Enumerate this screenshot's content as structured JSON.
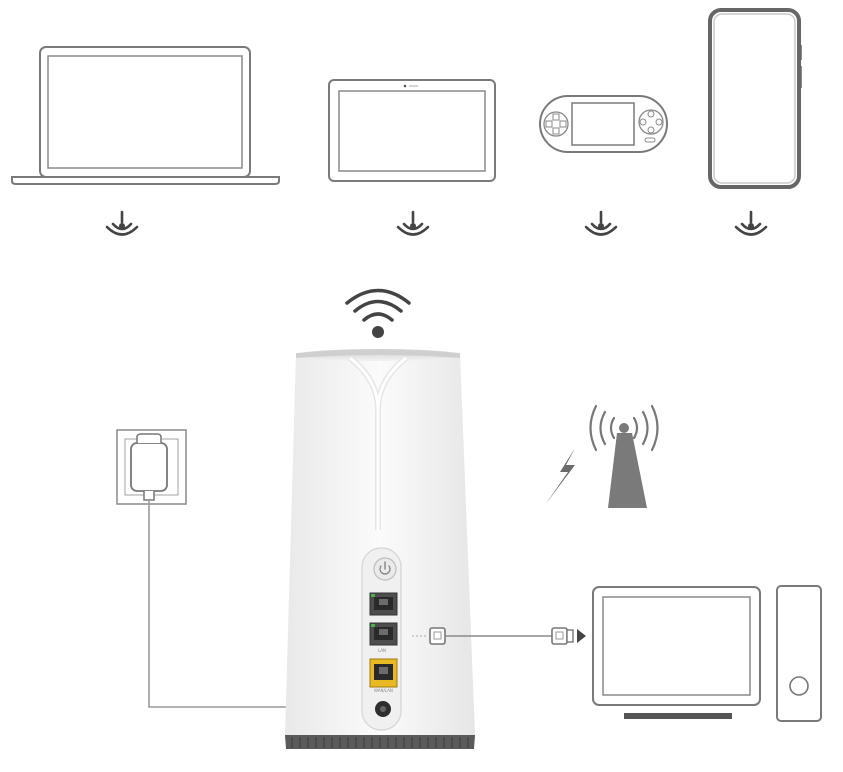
{
  "diagram": {
    "wireless_clients": [
      "laptop-icon",
      "tablet-icon",
      "game-console-icon",
      "smartphone-icon"
    ],
    "router": {
      "icons": [
        "wifi-icon",
        "power-button-icon"
      ],
      "ports": {
        "lan_label": "LAN",
        "wan_label": "WAN/LAN",
        "lan_count": 2,
        "wan_count": 1
      }
    },
    "power_source": [
      "wall-socket-icon",
      "power-adapter-icon",
      "power-plug-icon"
    ],
    "cellular": [
      "lightning-icon",
      "cell-tower-icon"
    ],
    "wired_client": [
      "desktop-monitor-icon",
      "pc-tower-icon",
      "ethernet-plug-icon"
    ],
    "colors": {
      "line": "#8a8a8a",
      "router_body": "#f5f5f5",
      "router_base": "#555555",
      "wan_port": "#e8b923",
      "lan_port_light": "#4caf50",
      "tower": "#7a7a7a",
      "cable": "#9a9a9a"
    }
  }
}
